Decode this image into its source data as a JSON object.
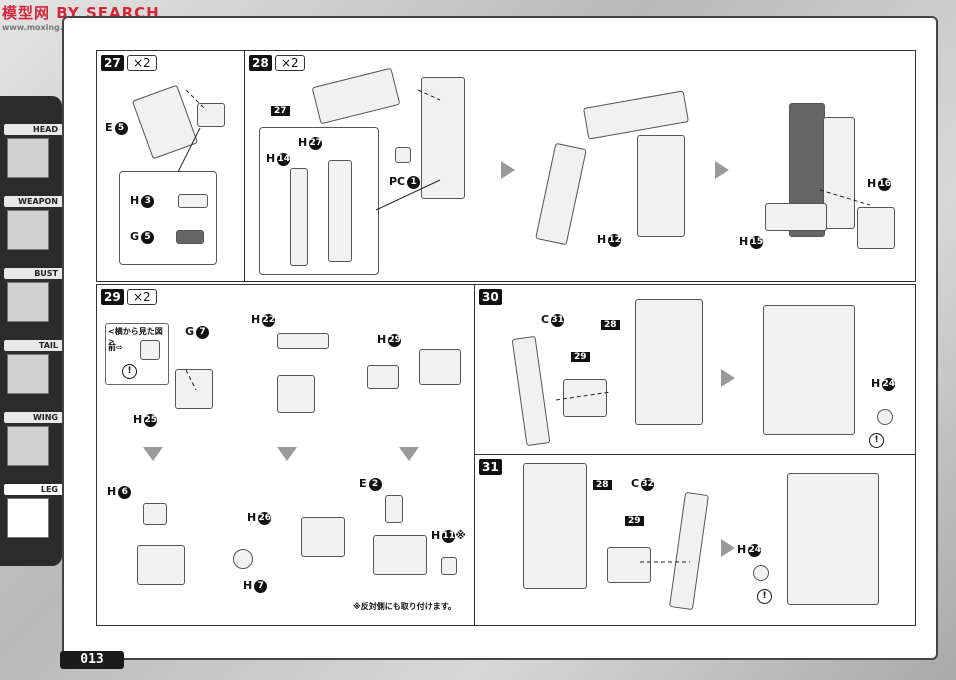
{
  "watermark": {
    "logo": "模型网",
    "text": "BY SEARCH",
    "sub": "www.moxing.net"
  },
  "page_number": "013",
  "sidebar": {
    "items": [
      {
        "label": "HEAD"
      },
      {
        "label": "WEAPON"
      },
      {
        "label": "BUST"
      },
      {
        "label": "TAIL"
      },
      {
        "label": "WING"
      },
      {
        "label": "LEG"
      }
    ],
    "active": "LEG"
  },
  "steps": {
    "s27": {
      "num": "27",
      "mult": "×2",
      "e5": {
        "prefix": "E",
        "n": "5"
      },
      "h3": {
        "prefix": "H",
        "n": "3"
      },
      "g5": {
        "prefix": "G",
        "n": "5"
      }
    },
    "s28": {
      "num": "28",
      "mult": "×2",
      "ref27": "27",
      "h27": {
        "prefix": "H",
        "n": "27"
      },
      "h14": {
        "prefix": "H",
        "n": "14"
      },
      "pc1": {
        "prefix": "PC",
        "n": "1"
      },
      "h12": {
        "prefix": "H",
        "n": "12"
      },
      "h16": {
        "prefix": "H",
        "n": "16"
      },
      "h15": {
        "prefix": "H",
        "n": "15"
      }
    },
    "s29": {
      "num": "29",
      "mult": "×2",
      "side_view_title": "<横から見た図>",
      "front_label": "前⇨",
      "g7": {
        "prefix": "G",
        "n": "7"
      },
      "h25": {
        "prefix": "H",
        "n": "25"
      },
      "h22": {
        "prefix": "H",
        "n": "22"
      },
      "h29": {
        "prefix": "H",
        "n": "29"
      },
      "h6": {
        "prefix": "H",
        "n": "6"
      },
      "h26": {
        "prefix": "H",
        "n": "26"
      },
      "h7": {
        "prefix": "H",
        "n": "7"
      },
      "e2": {
        "prefix": "E",
        "n": "2"
      },
      "h11": {
        "prefix": "H",
        "n": "11",
        "mark": "※"
      },
      "note": "※反対側にも取り付けます。"
    },
    "s30": {
      "num": "30",
      "c31": {
        "prefix": "C",
        "n": "31"
      },
      "ref28": "28",
      "ref29": "29",
      "h24": {
        "prefix": "H",
        "n": "24"
      }
    },
    "s31": {
      "num": "31",
      "ref28": "28",
      "c32": {
        "prefix": "C",
        "n": "32"
      },
      "ref29": "29",
      "h24": {
        "prefix": "H",
        "n": "24"
      }
    }
  },
  "icons": {
    "caution": "caution-icon",
    "next": "next-step-arrow-icon"
  },
  "colors": {
    "sheet": "#ffffff",
    "frame": "#bdbdbd",
    "ink": "#111111",
    "sidebar": "#2b2b2b",
    "arrow": "#9a9a9a"
  }
}
